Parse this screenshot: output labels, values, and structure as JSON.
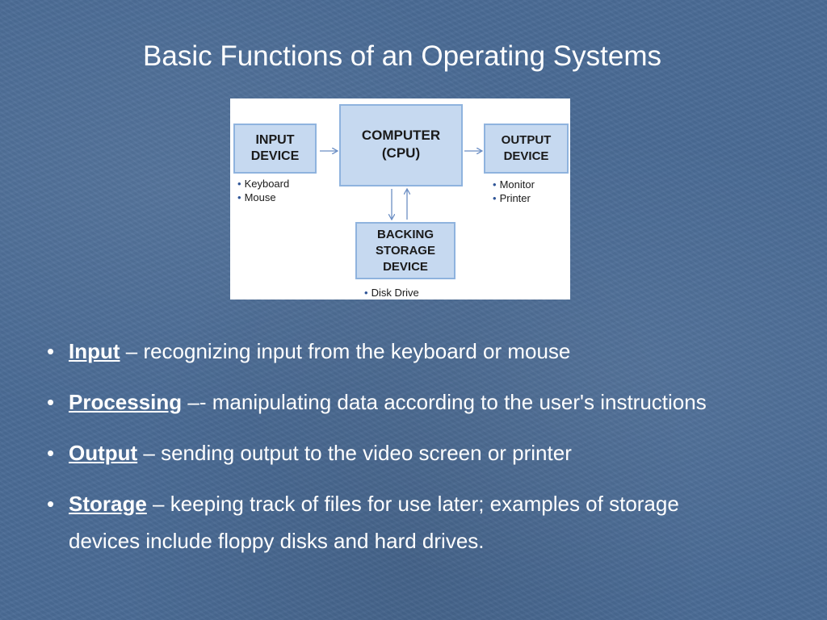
{
  "slide": {
    "title": "Basic Functions of an Operating Systems"
  },
  "diagram": {
    "input_box": "INPUT\nDEVICE",
    "cpu_box": "COMPUTER\n(CPU)",
    "output_box": "OUTPUT\nDEVICE",
    "storage_box": "BACKING\nSTORAGE\nDEVICE",
    "input_items": [
      "Keyboard",
      "Mouse"
    ],
    "output_items": [
      "Monitor",
      "Printer"
    ],
    "storage_items": [
      "Disk Drive"
    ]
  },
  "bullets": [
    {
      "term": "Input",
      "text": " – recognizing input from the keyboard or mouse"
    },
    {
      "term": "Processing",
      "text": " –- manipulating data according to the user's instructions"
    },
    {
      "term": "Output",
      "text": " – sending output to the video screen or printer"
    },
    {
      "term": "Storage",
      "text": " – keeping track of files for use later; examples of storage devices include floppy disks and hard drives."
    }
  ],
  "colors": {
    "background": "#4a6b95",
    "box_fill": "#c6d9f0",
    "box_border": "#8fb3de",
    "text": "#ffffff"
  }
}
